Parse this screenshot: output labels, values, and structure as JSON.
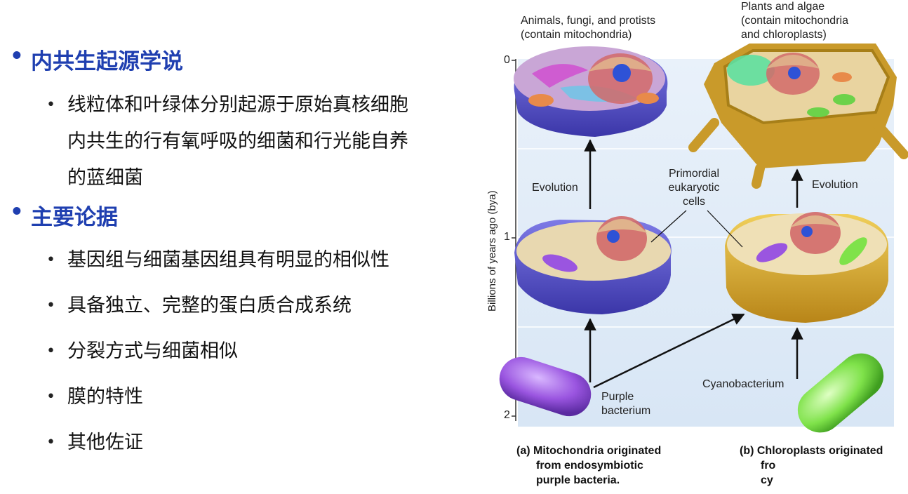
{
  "left": {
    "h1": "内共生起源学说",
    "h1_desc": [
      "线粒体和叶绿体分别起源于原始真核细胞",
      "内共生的行有氧呼吸的细菌和行光能自养",
      "的蓝细菌"
    ],
    "h2": "主要论据",
    "items": [
      "基因组与细菌基因组具有明显的相似性",
      "具备独立、完整的蛋白质合成系统",
      "分裂方式与细菌相似",
      "膜的特性",
      "其他佐证"
    ],
    "bullet": "•"
  },
  "figure": {
    "label_animals": [
      "Animals, fungi, and protists",
      "(contain mitochondria)"
    ],
    "label_plants": [
      "Plants and algae",
      "(contain mitochondria",
      "and chloroplasts)"
    ],
    "y_axis_label": "Billions of years ago (bya)",
    "ticks": [
      "0",
      "1",
      "2"
    ],
    "evolution_left": "Evolution",
    "evolution_right": "Evolution",
    "primordial": [
      "Primordial",
      "eukaryotic",
      "cells"
    ],
    "purple": [
      "Purple",
      "bacterium"
    ],
    "cyano": "Cyanobacterium",
    "caption_a": [
      "(a) Mitochondria originated",
      "from endosymbiotic",
      "purple bacteria."
    ],
    "caption_b": [
      "(b) Chloroplasts originated",
      "fro",
      "cy"
    ]
  },
  "colors": {
    "heading": "#1f3fb0",
    "panel_bg": "#e4edf8",
    "animal_cell": "#5b58c9",
    "plant_cell": "#e5b73c",
    "purple_bacterium": "#9a55e0",
    "cyanobacterium": "#7fe24a"
  }
}
